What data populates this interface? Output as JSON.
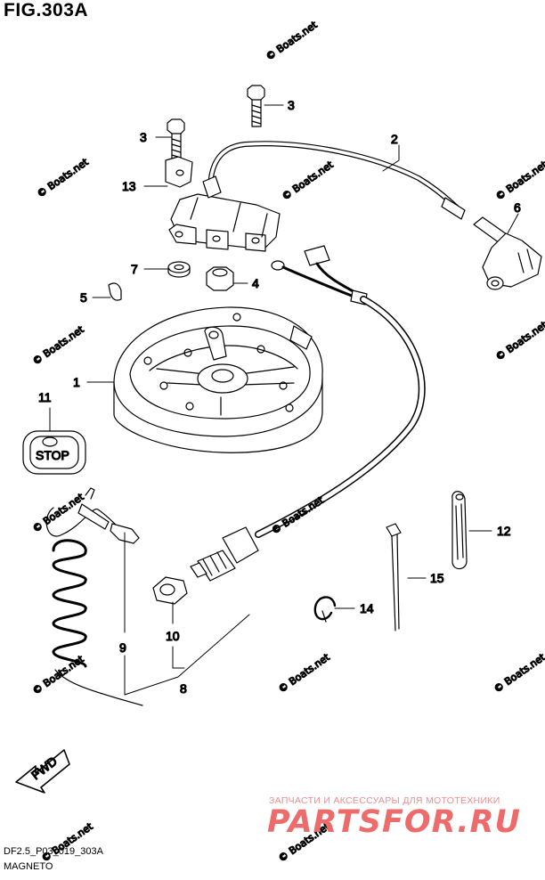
{
  "figure": {
    "title": "FIG.303A",
    "code": "DF2.5_P03_019_303A",
    "name": "MAGNETO"
  },
  "callouts": [
    {
      "id": "c1",
      "label": "1"
    },
    {
      "id": "c2",
      "label": "2"
    },
    {
      "id": "c3a",
      "label": "3"
    },
    {
      "id": "c3b",
      "label": "3"
    },
    {
      "id": "c4",
      "label": "4"
    },
    {
      "id": "c5",
      "label": "5"
    },
    {
      "id": "c6",
      "label": "6"
    },
    {
      "id": "c7",
      "label": "7"
    },
    {
      "id": "c8",
      "label": "8"
    },
    {
      "id": "c9",
      "label": "9"
    },
    {
      "id": "c10",
      "label": "10"
    },
    {
      "id": "c11",
      "label": "11"
    },
    {
      "id": "c12",
      "label": "12"
    },
    {
      "id": "c13",
      "label": "13"
    },
    {
      "id": "c14",
      "label": "14"
    },
    {
      "id": "c15",
      "label": "15"
    }
  ],
  "part_text": {
    "stop_switch": "STOP",
    "fwd_arrow": "FWD"
  },
  "watermark": {
    "text": "© Boats.net"
  },
  "branding": {
    "tagline": "ЗАПЧАСТИ И АКСЕССУАРЫ ДЛЯ МОТОТЕХНИКИ",
    "logo": "PARTSFOR.RU",
    "color": "#ee6b6b"
  }
}
